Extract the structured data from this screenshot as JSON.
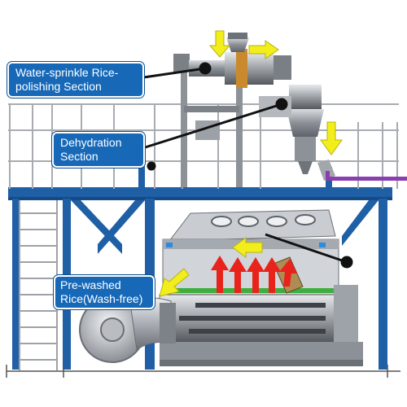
{
  "labels": {
    "water_sprinkle_line1": "Water-sprinkle Rice-",
    "water_sprinkle_line2": "polishing Section",
    "dehydration_line1": "Dehydration",
    "dehydration_line2": "Section",
    "prewashed_line1": "Pre-washed",
    "prewashed_line2": "Rice(Wash-free)"
  },
  "colors": {
    "background": "#ffffff",
    "frame_blue": "#1f5fa6",
    "callout_fill": "#1769b8",
    "flow_arrow": "#f2ee1c",
    "heat_arrow": "#e8231b",
    "pipe_purple": "#8a3fb0",
    "machine_gray": "#9a9fa6"
  },
  "icons": {
    "flow_arrows": "yellow-arrow-icon",
    "heat_arrows": "red-up-arrow-icon",
    "leader_dots": "black-dot-icon"
  }
}
